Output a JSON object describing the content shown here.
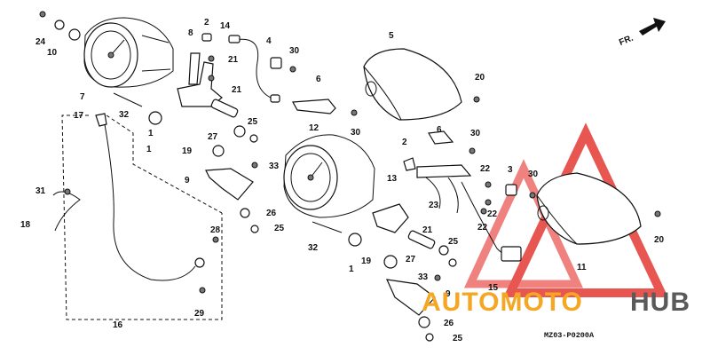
{
  "direction_marker": "FR.",
  "drawing_code": "MZ03-P0200A",
  "watermark": {
    "text_orange": "AUTOMOTO",
    "text_gray": "HUB",
    "orange": "#f5a623",
    "gray": "#5a5a5a",
    "logo_red": "#e53935"
  },
  "callouts": [
    "24",
    "10",
    "2",
    "14",
    "8",
    "21",
    "21",
    "4",
    "30",
    "5",
    "20",
    "7",
    "32",
    "17",
    "1",
    "25",
    "27",
    "6",
    "30",
    "19",
    "33",
    "12",
    "2",
    "6",
    "30",
    "9",
    "31",
    "22",
    "3",
    "30",
    "22",
    "22",
    "18",
    "26",
    "28",
    "25",
    "13",
    "23",
    "21",
    "1",
    "25",
    "27",
    "19",
    "33",
    "32",
    "11",
    "9",
    "15",
    "26",
    "25",
    "29",
    "16",
    "20",
    "1"
  ]
}
